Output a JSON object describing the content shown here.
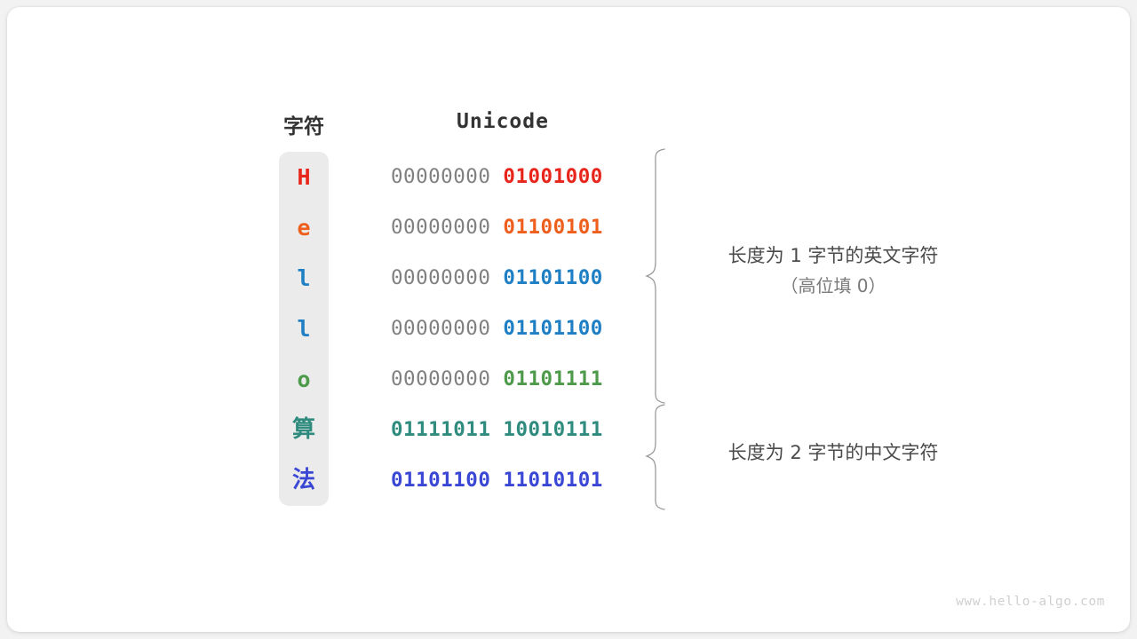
{
  "figure": {
    "background_color": "#f2f2f2",
    "card_color": "#ffffff",
    "block_color": "#ebebeb",
    "header_char": "字符",
    "header_unicode": "Unicode",
    "watermark": "www.hello-algo.com"
  },
  "rows": [
    {
      "char": "H",
      "color": "#e8251a",
      "high_byte": "00000000",
      "low_byte": "01001000",
      "high_colored": false,
      "cjk": false
    },
    {
      "char": "e",
      "color": "#ee5f1e",
      "high_byte": "00000000",
      "low_byte": "01100101",
      "high_colored": false,
      "cjk": false
    },
    {
      "char": "l",
      "color": "#1f7fc4",
      "high_byte": "00000000",
      "low_byte": "01101100",
      "high_colored": false,
      "cjk": false
    },
    {
      "char": "l",
      "color": "#1f7fc4",
      "high_byte": "00000000",
      "low_byte": "01101100",
      "high_colored": false,
      "cjk": false
    },
    {
      "char": "o",
      "color": "#4e9a4b",
      "high_byte": "00000000",
      "low_byte": "01101111",
      "high_colored": false,
      "cjk": false
    },
    {
      "char": "算",
      "color": "#2e8b7e",
      "high_byte": "01111011",
      "low_byte": "10010111",
      "high_colored": true,
      "cjk": true
    },
    {
      "char": "法",
      "color": "#3a47d5",
      "high_byte": "01101100",
      "low_byte": "11010101",
      "high_colored": true,
      "cjk": true
    }
  ],
  "annotations": [
    {
      "line1": "长度为 1 字节的英文字符",
      "line2": "（高位填 0）",
      "brace_color": "#9a9a9a"
    },
    {
      "line1": "长度为 2 字节的中文字符",
      "line2": "",
      "brace_color": "#9a9a9a"
    }
  ]
}
